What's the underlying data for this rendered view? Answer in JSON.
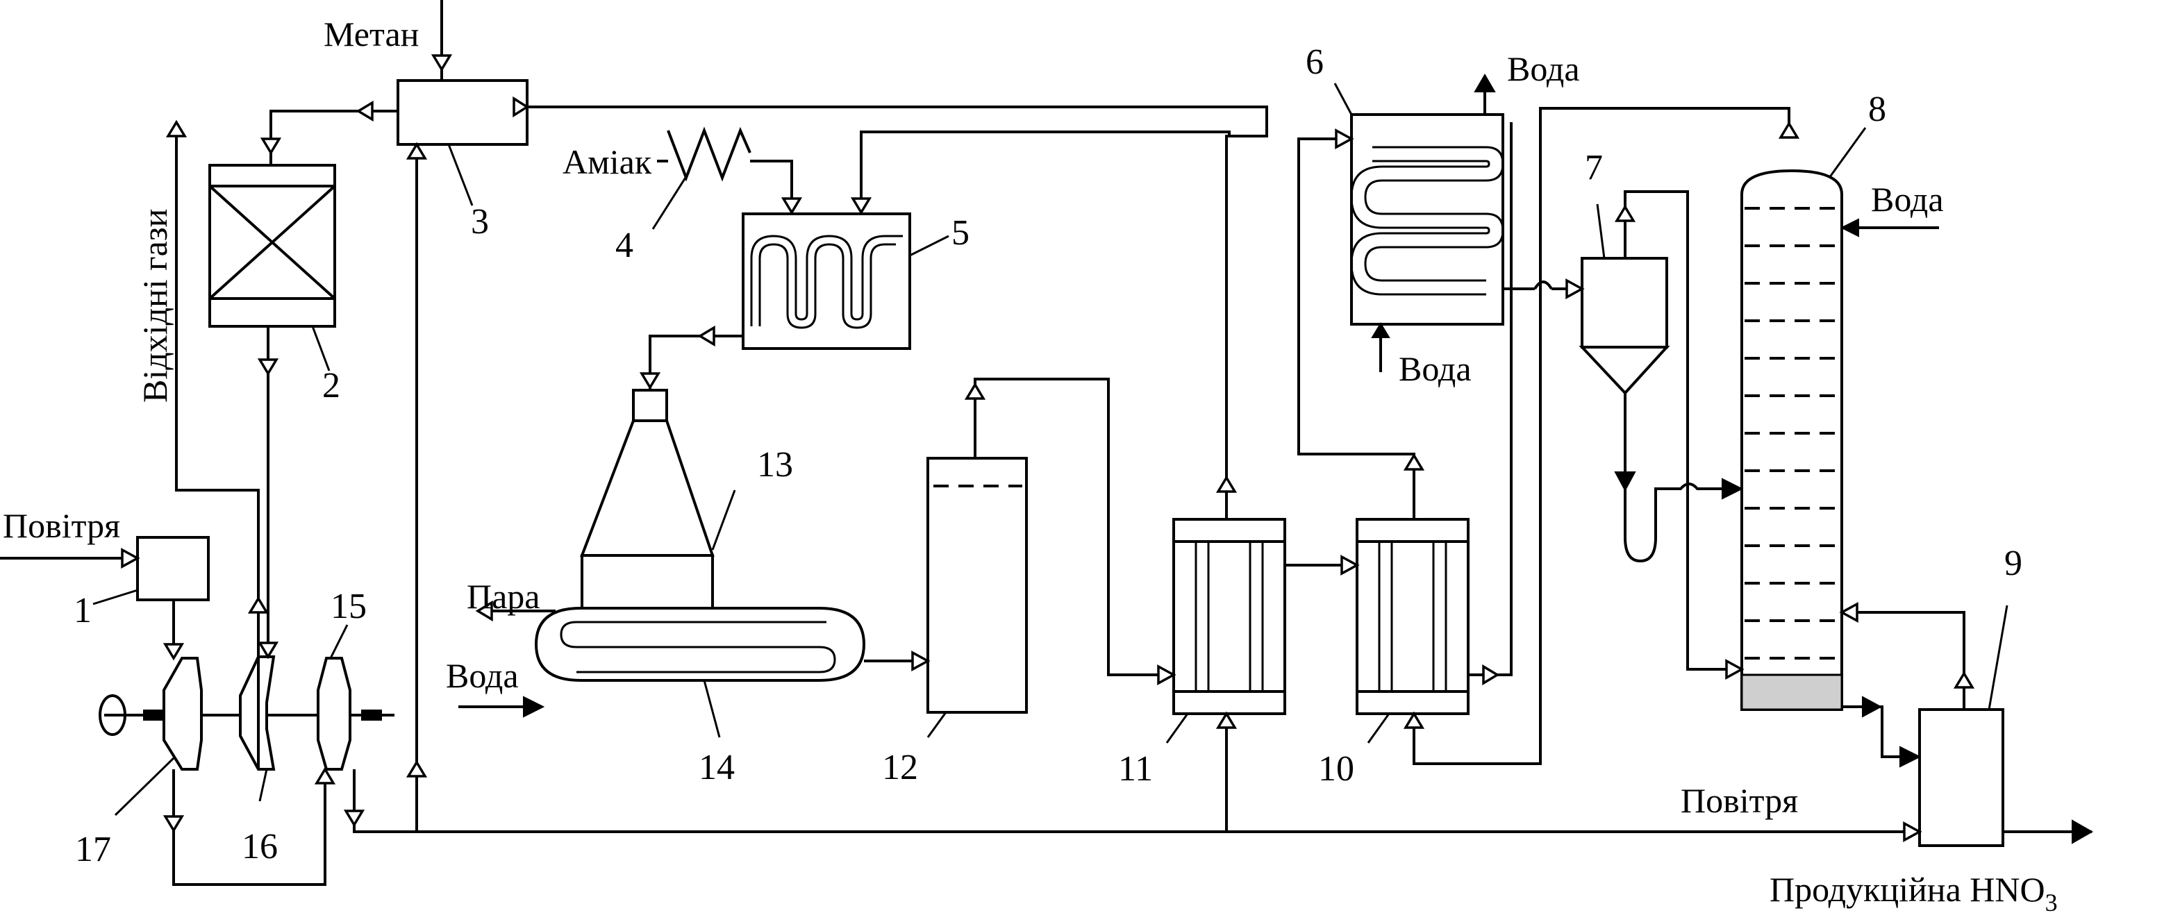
{
  "diagram": {
    "units": {
      "u1": "1",
      "u2": "2",
      "u3": "3",
      "u4": "4",
      "u5": "5",
      "u6": "6",
      "u7": "7",
      "u8": "8",
      "u9": "9",
      "u10": "10",
      "u11": "11",
      "u12": "12",
      "u13": "13",
      "u14": "14",
      "u15": "15",
      "u16": "16",
      "u17": "17"
    },
    "streams": {
      "methane": "Метан",
      "ammonia": "Аміак",
      "water_top": "Вода",
      "water_cooler": "Вода",
      "water_column": "Вода",
      "water_boiler": "Вода",
      "steam": "Пара",
      "air_in": "Повітря",
      "air_bottom": "Повітря",
      "exhaust": "Відхідні гази",
      "product": "Продукційна HNO",
      "product_sub": "3"
    }
  }
}
